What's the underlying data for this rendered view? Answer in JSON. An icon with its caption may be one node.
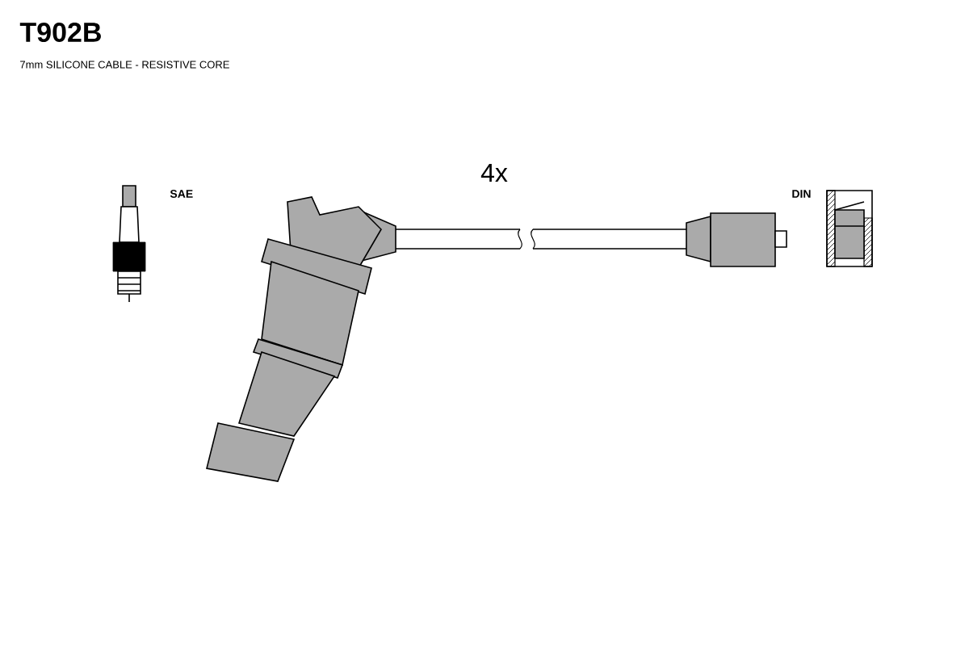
{
  "diagram": {
    "title": "T902B",
    "labels": [
      "7mm SILICONE CABLE - RESISTIVE CORE",
      "4x",
      "SAE",
      "DIN"
    ]
  }
}
